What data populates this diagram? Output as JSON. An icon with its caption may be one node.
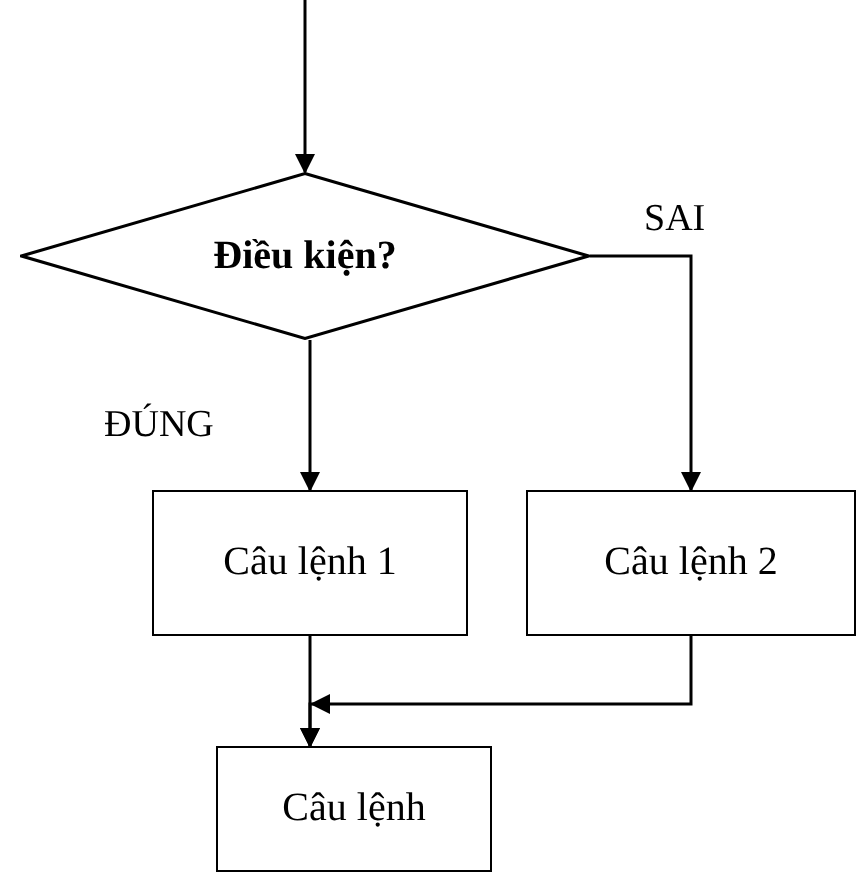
{
  "diagram": {
    "nodes": [
      {
        "text": [
          "Điều kiện?"
        ]
      },
      {
        "text": [
          "Câu lệnh 1"
        ]
      },
      {
        "text": [
          "Câu lệnh 2"
        ]
      },
      {
        "text": [
          "Câu lệnh"
        ]
      }
    ],
    "edges": [
      {
        "from": null,
        "to": 0,
        "arrow": "to"
      },
      {
        "from": 0,
        "to": 1,
        "arrow": "to",
        "label": "ĐÚNG"
      },
      {
        "from": 0,
        "to": 2,
        "arrow": "to",
        "label": "SAI"
      },
      {
        "from": 1,
        "to": 3,
        "arrow": "to"
      },
      {
        "from": 2,
        "to": 3,
        "arrow": "to"
      }
    ]
  }
}
